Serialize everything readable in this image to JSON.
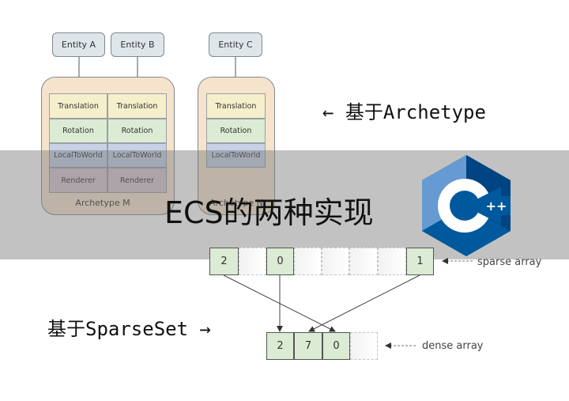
{
  "archetype_diagram": {
    "entities": [
      "Entity A",
      "Entity B",
      "Entity C"
    ],
    "archetype_m": {
      "label": "Archetype M",
      "columns": [
        [
          "Translation",
          "Rotation",
          "LocalToWorld",
          "Renderer"
        ],
        [
          "Translation",
          "Rotation",
          "LocalToWorld",
          "Renderer"
        ]
      ]
    },
    "archetype_n": {
      "label": "Archetype N",
      "column": [
        "Translation",
        "Rotation",
        "LocalToWorld"
      ]
    }
  },
  "notes": {
    "archetype": "← 基于Archetype",
    "sparseset": "基于SparseSet →"
  },
  "banner": {
    "title": "ECS的两种实现"
  },
  "logo": {
    "name": "cpp-logo",
    "text": "C",
    "plus": "++",
    "colors": [
      "#659ad2",
      "#00599c",
      "#004482"
    ]
  },
  "sparse_diagram": {
    "sparse_array": {
      "label": "sparse array",
      "values": [
        "2",
        "",
        "0",
        "",
        "",
        "",
        "",
        "1"
      ]
    },
    "dense_array": {
      "label": "dense array",
      "values": [
        "2",
        "7",
        "0",
        ""
      ]
    }
  }
}
